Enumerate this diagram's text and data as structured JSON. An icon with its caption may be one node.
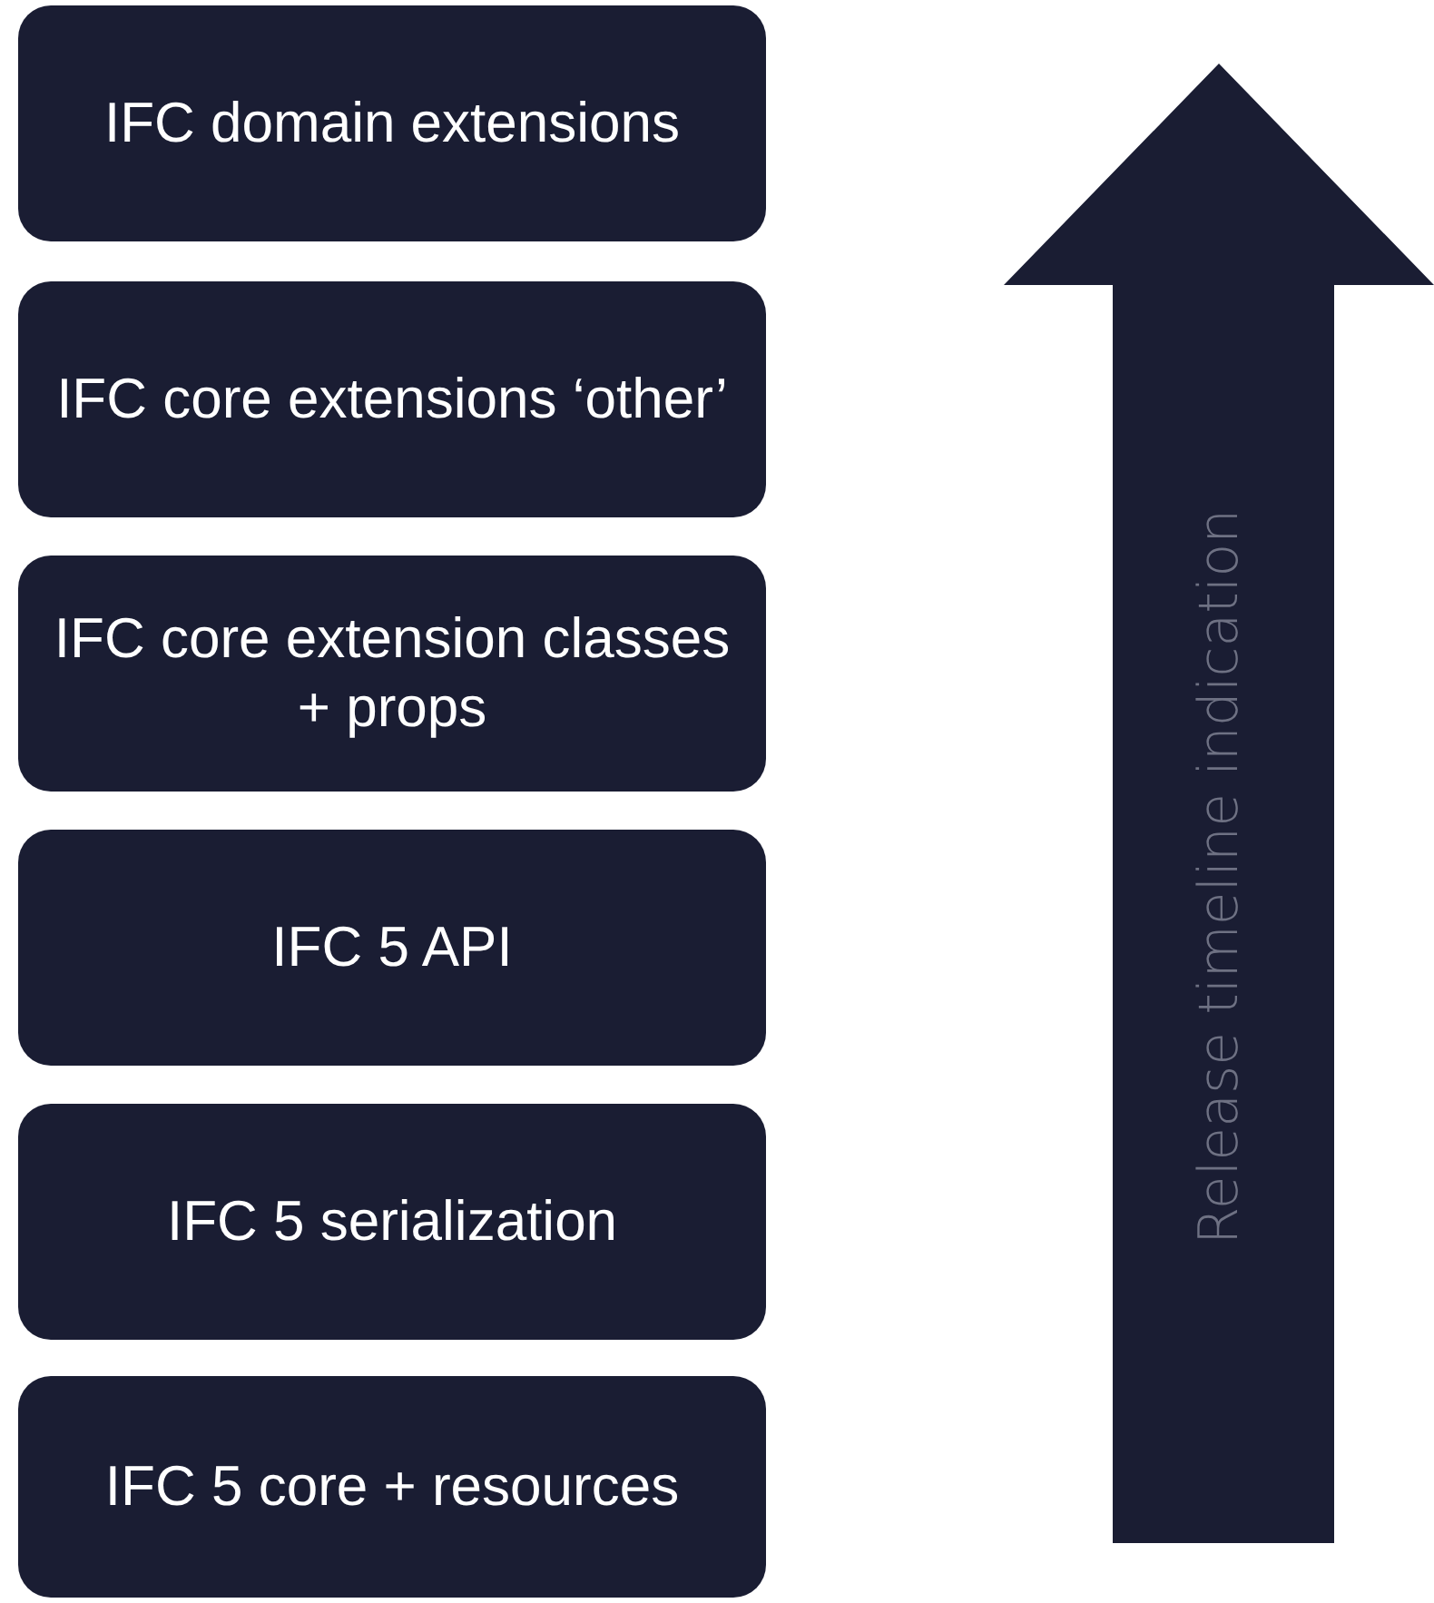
{
  "diagram": {
    "nodes": [
      {
        "text": [
          "IFC domain extensions"
        ]
      },
      {
        "text": [
          "IFC core extensions ‘other’"
        ]
      },
      {
        "text": [
          "IFC core extension classes + props"
        ]
      },
      {
        "text": [
          "IFC 5 API"
        ]
      },
      {
        "text": [
          "IFC 5 serialization"
        ]
      },
      {
        "text": [
          "IFC 5 core + resources"
        ]
      },
      {
        "text": [
          "Release timeline indication"
        ]
      }
    ]
  }
}
